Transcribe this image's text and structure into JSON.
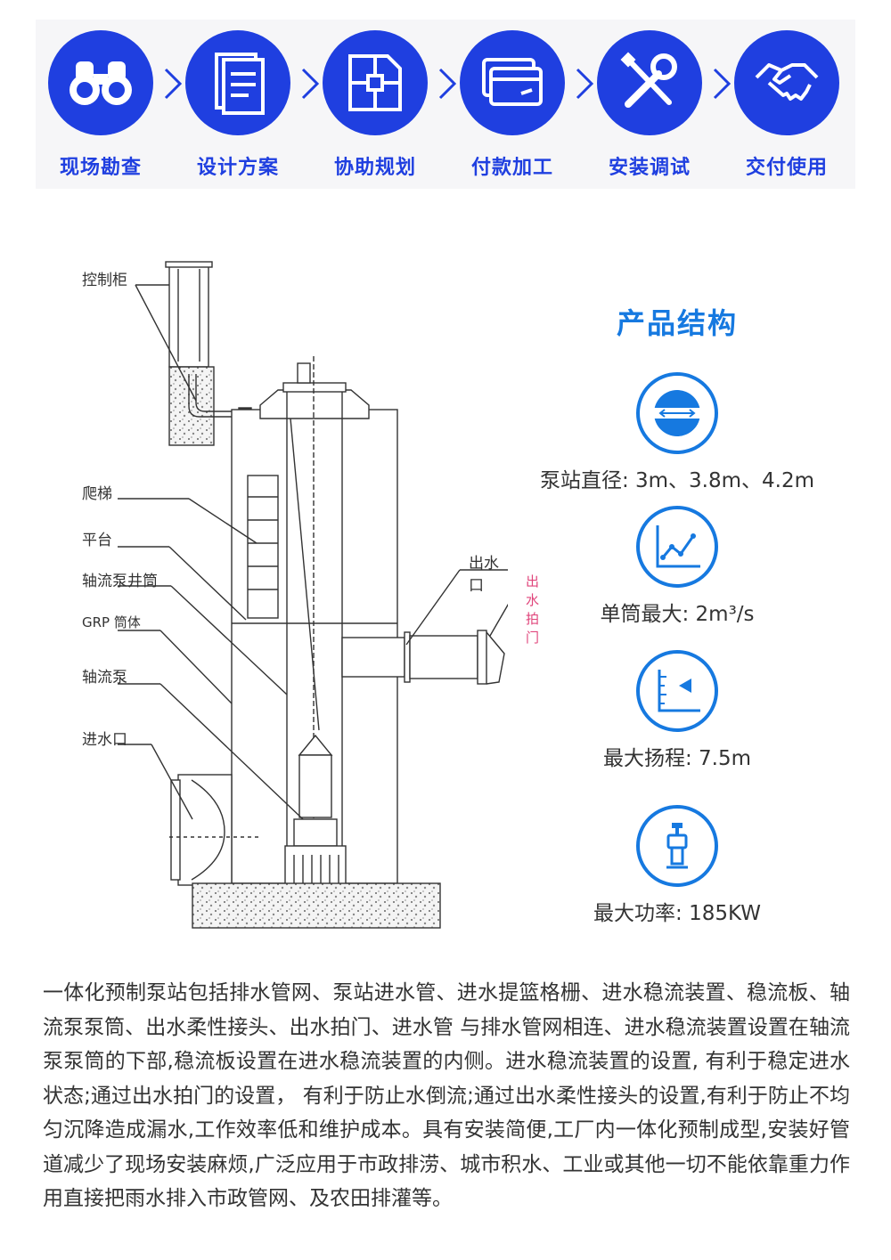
{
  "process": {
    "steps": [
      {
        "label": "现场勘查",
        "icon": "binoculars-icon"
      },
      {
        "label": "设计方案",
        "icon": "document-icon"
      },
      {
        "label": "协助规划",
        "icon": "floorplan-icon"
      },
      {
        "label": "付款加工",
        "icon": "credit-card-icon"
      },
      {
        "label": "安装调试",
        "icon": "wrench-screwdriver-icon"
      },
      {
        "label": "交付使用",
        "icon": "handshake-icon"
      }
    ],
    "accent": "#1f3fe0"
  },
  "diagram": {
    "callouts": {
      "control_cabinet": "控制柜",
      "ladder": "爬梯",
      "platform": "平台",
      "pump_well": "轴流泵井筒",
      "grp_body": "GRP 筒体",
      "axial_pump": "轴流泵",
      "inlet": "进水口",
      "outlet": "出水口",
      "flap_valve": "出水拍门"
    }
  },
  "specs": {
    "title": "产品结构",
    "accent": "#1679e0",
    "items": [
      {
        "text": "泵站直径: 3m、3.8m、4.2m",
        "icon": "diameter-icon"
      },
      {
        "text": "单筒最大: 2m³/s",
        "icon": "flow-chart-icon"
      },
      {
        "text": "最大扬程: 7.5m",
        "icon": "head-level-icon"
      },
      {
        "text": "最大功率: 185KW",
        "icon": "pump-icon"
      }
    ]
  },
  "description": "一体化预制泵站包括排水管网、泵站进水管、进水提篮格栅、进水稳流装置、稳流板、轴流泵泵筒、出水柔性接头、出水拍门、进水管 与排水管网相连、进水稳流装置设置在轴流泵泵筒的下部,稳流板设置在进水稳流装置的内侧。进水稳流装置的设置, 有利于稳定进水状态;通过出水拍门的设置， 有利于防止水倒流;通过出水柔性接头的设置,有利于防止不均匀沉降造成漏水,工作效率低和维护成本。具有安装简便,工厂内一体化预制成型,安装好管道减少了现场安装麻烦,广泛应用于市政排涝、城市积水、工业或其他一切不能依靠重力作用直接把雨水排入市政管网、及农田排灌等。"
}
